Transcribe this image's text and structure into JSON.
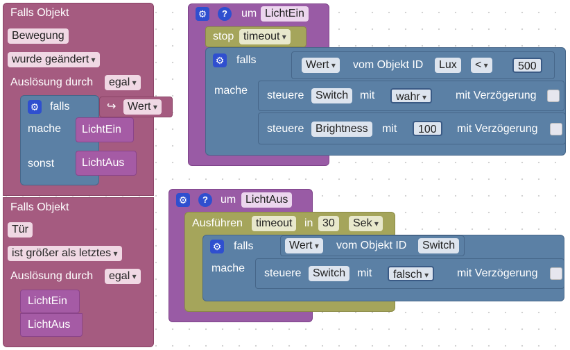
{
  "trigger1": {
    "title": "Falls Objekt",
    "object": "Bewegung",
    "condition": "wurde geändert",
    "trigger_label": "Auslösung durch",
    "trigger_value": "egal",
    "if_block": {
      "falls": "falls",
      "value": "Wert",
      "arrow": "↪",
      "mache": "mache",
      "then_proc": "LichtEin",
      "sonst": "sonst",
      "else_proc": "LichtAus"
    }
  },
  "trigger2": {
    "title": "Falls Objekt",
    "object": "Tür",
    "condition": "ist größer als letztes",
    "trigger_label": "Auslösung durch",
    "trigger_value": "egal",
    "calls": [
      "LichtEin",
      "LichtAus"
    ]
  },
  "func1": {
    "prefix": "um",
    "name": "LichtEin",
    "stop_label": "stop",
    "stop_value": "timeout",
    "if_block": {
      "falls": "falls",
      "value": "Wert",
      "from_label": "vom Objekt ID",
      "object": "Lux",
      "operator": "<",
      "number": "500",
      "mache": "mache",
      "steuere1": {
        "label": "steuere",
        "target": "Switch",
        "mit": "mit",
        "value": "wahr",
        "delay": "mit Verzögerung"
      },
      "steuere2": {
        "label": "steuere",
        "target": "Brightness",
        "mit": "mit",
        "value": "100",
        "delay": "mit Verzögerung"
      }
    }
  },
  "func2": {
    "prefix": "um",
    "name": "LichtAus",
    "timer_label": "Ausführen",
    "timer_value": "timeout",
    "in_label": "in",
    "seconds": "30",
    "unit": "Sek",
    "if_block": {
      "falls": "falls",
      "value": "Wert",
      "from_label": "vom Objekt ID",
      "object": "Switch",
      "mache": "mache",
      "steuere": {
        "label": "steuere",
        "target": "Switch",
        "mit": "mit",
        "value": "falsch",
        "delay": "mit Verzögerung"
      }
    }
  },
  "icons": {
    "gear": "gear-icon",
    "help": "help-icon"
  },
  "colors": {
    "trigger": "#a55b80",
    "function": "#995ba5",
    "control": "#5b80a5",
    "timer": "#a5a55b"
  }
}
